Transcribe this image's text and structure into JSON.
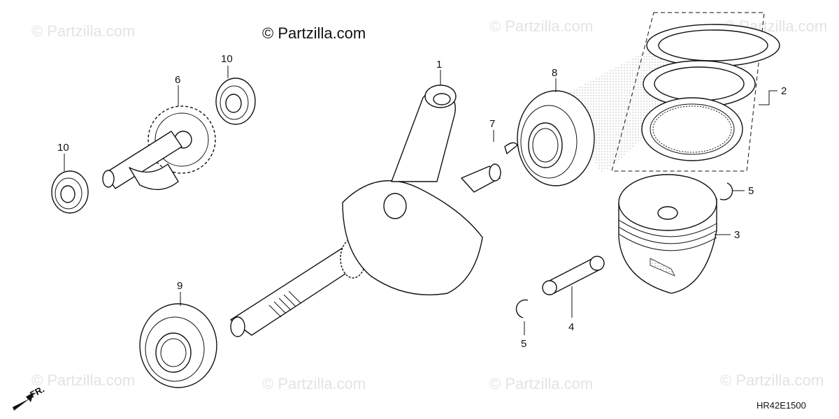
{
  "watermark": {
    "text": "© Partzilla.com"
  },
  "copyright": "© Partzilla.com",
  "diagram_code": "HR42E1500",
  "direction_label": "FR.",
  "callouts": {
    "c1": "1",
    "c2": "2",
    "c3": "3",
    "c4": "4",
    "c5a": "5",
    "c5b": "5",
    "c6": "6",
    "c7": "7",
    "c8": "8",
    "c9": "9",
    "c10a": "10",
    "c10b": "10"
  }
}
